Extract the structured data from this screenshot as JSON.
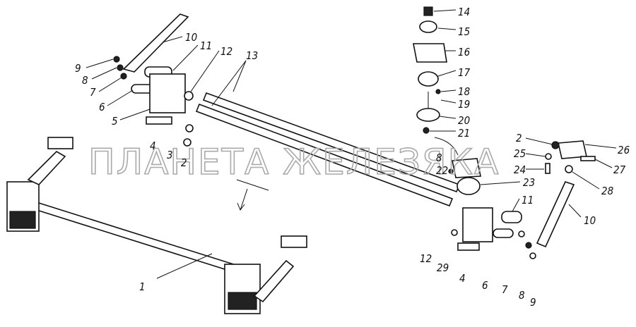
{
  "diagram": {
    "watermark": "ПЛАНЕТА ЖЕЛЕЗЯКА",
    "labels_left": [
      "10",
      "11",
      "12",
      "13",
      "9",
      "8",
      "7",
      "6",
      "5",
      "4",
      "3",
      "2"
    ],
    "labels_top_right": [
      "14",
      "15",
      "16",
      "17",
      "18",
      "19",
      "20",
      "21"
    ],
    "labels_right": [
      "2",
      "26",
      "25",
      "24",
      "27",
      "28",
      "8",
      "22",
      "23",
      "11",
      "10",
      "12",
      "29",
      "4",
      "6",
      "7",
      "8",
      "9"
    ],
    "labels_bottom": [
      "1"
    ]
  }
}
